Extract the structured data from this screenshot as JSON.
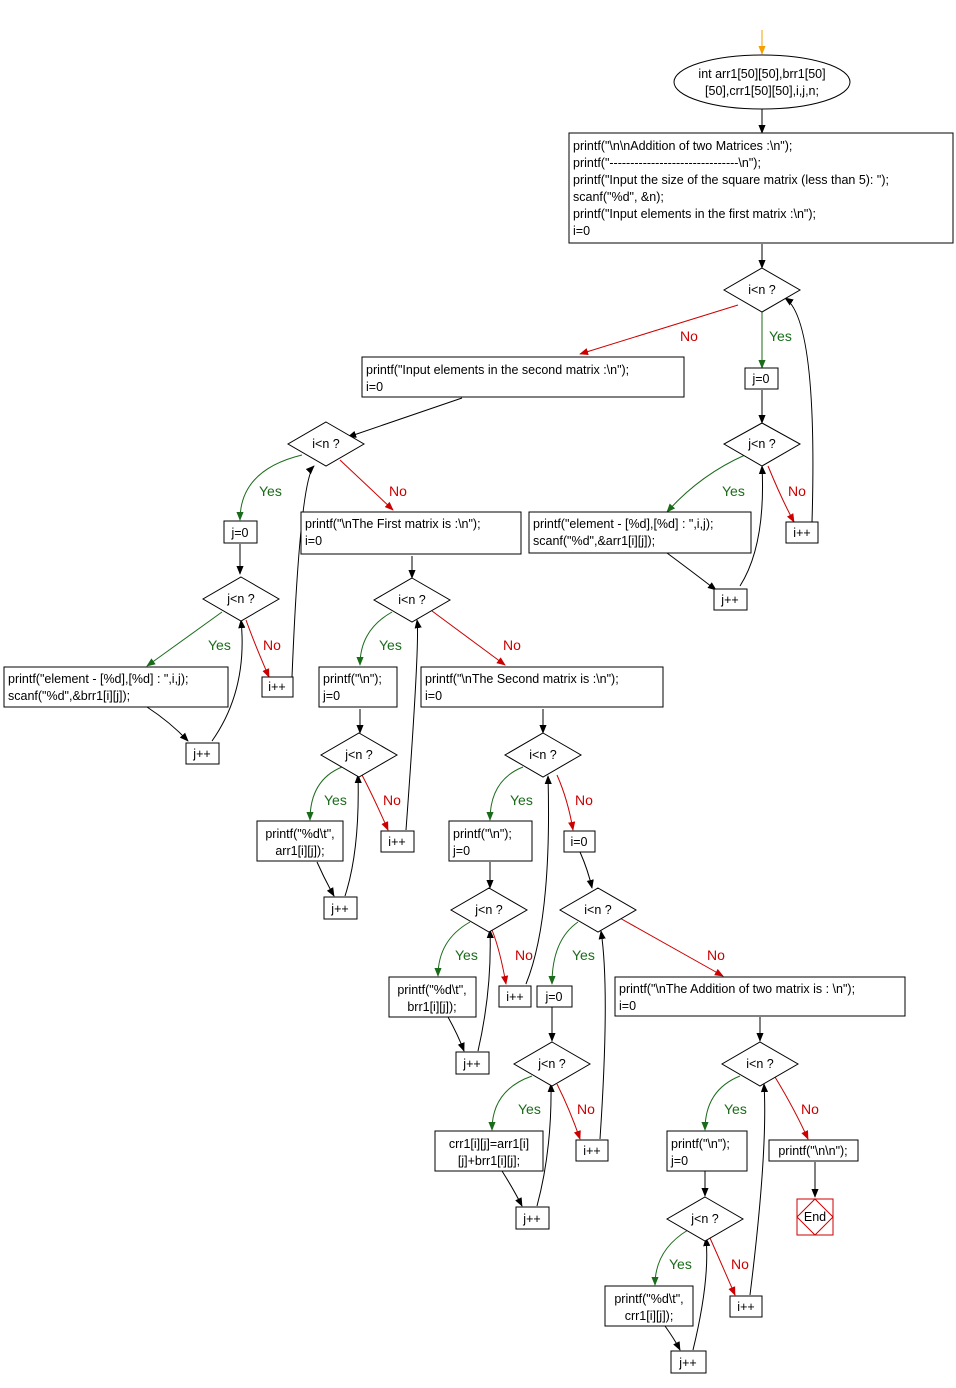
{
  "start_node": {
    "lines": [
      "int arr1[50][50],brr1[50]",
      "[50],crr1[50][50],i,j,n;"
    ]
  },
  "init_block": {
    "lines": [
      "printf(\"\\n\\nAddition of two Matrices :\\n\");",
      "printf(\"-------------------------------\\n\");",
      "printf(\"Input the size of the square matrix (less than 5): \");",
      "scanf(\"%d\", &n);",
      "printf(\"Input elements in the first matrix :\\n\");",
      "i=0"
    ]
  },
  "cond_in_count": "i<n ?",
  "cond_in_sq_count": "j<n ?",
  "yes_label": "Yes",
  "no_label": "No",
  "assign_j0": "j=0",
  "assign_i0": "i=0",
  "inc_i": "i++",
  "inc_j": "j++",
  "read_first": {
    "lines": [
      "printf(\"element - [%d],[%d] : \",i,j);",
      "scanf(\"%d\",&arr1[i][j]);"
    ]
  },
  "second_prompt": {
    "lines": [
      "printf(\"Input elements in the second matrix :\\n\");",
      "i=0"
    ]
  },
  "read_second": {
    "lines": [
      "printf(\"element - [%d],[%d] : \",i,j);",
      "scanf(\"%d\",&brr1[i][j]);"
    ]
  },
  "first_header": {
    "lines": [
      "printf(\"\\nThe First matrix is :\\n\");",
      "i=0"
    ]
  },
  "newline_j0": {
    "lines": [
      "printf(\"\\n\");",
      "j=0"
    ]
  },
  "print_arr": {
    "lines": [
      "printf(\"%d\\t\",",
      "arr1[i][j]);"
    ]
  },
  "second_header": {
    "lines": [
      "printf(\"\\nThe Second matrix is :\\n\");",
      "i=0"
    ]
  },
  "print_brr": {
    "lines": [
      "printf(\"%d\\t\",",
      "brr1[i][j]);"
    ]
  },
  "compute_sum": {
    "lines": [
      "crr1[i][j]=arr1[i]",
      "[j]+brr1[i][j];"
    ]
  },
  "addition_header": {
    "lines": [
      "printf(\"\\nThe Addition of two matrix is : \\n\");",
      "i=0"
    ]
  },
  "print_crr": {
    "lines": [
      "printf(\"%d\\t\",",
      "crr1[i][j]);"
    ]
  },
  "final_newlines": "printf(\"\\n\\n\");",
  "end_label": "End",
  "colors": {
    "start_arrow": "#f5a000",
    "yes_edge": "#1a6b1a",
    "no_edge": "#cc0000",
    "end_node": "#cc0000"
  }
}
